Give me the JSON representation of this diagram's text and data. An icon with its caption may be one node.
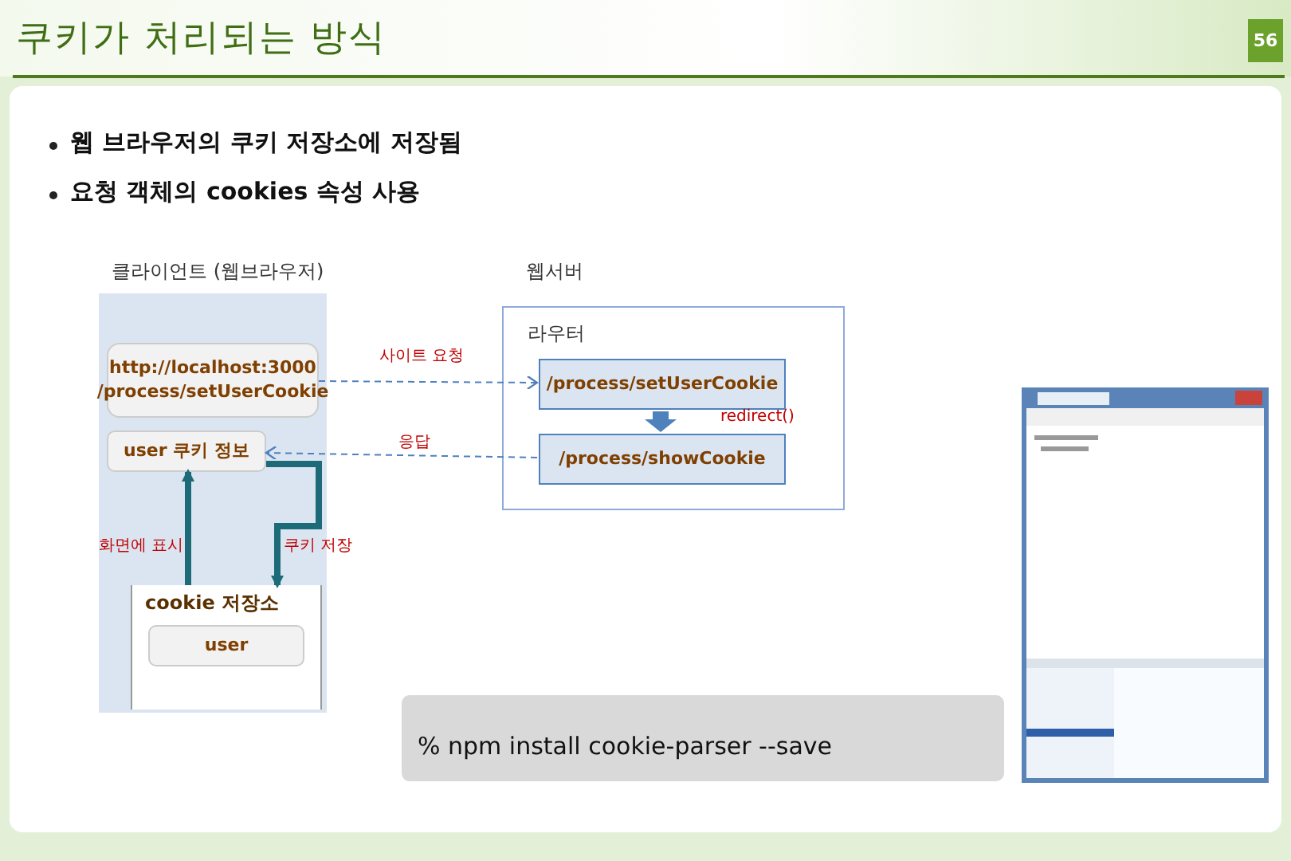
{
  "diagram": {
    "title": "쿠키가 처리되는 방식",
    "nodes": [
      {
        "text": [
          "클라이언트 (웹브라우저)"
        ]
      },
      {
        "text": [
          "http://localhost:3000 /process/setUserCookie"
        ],
        "in": 0
      },
      {
        "text": [
          "user 쿠키 정보"
        ],
        "in": 0
      },
      {
        "text": [
          "cookie 저장소"
        ],
        "in": 0
      },
      {
        "text": [
          "user"
        ],
        "in": 3
      },
      {
        "text": [
          "웹서버",
          "라우터"
        ]
      },
      {
        "text": [
          "/process/setUserCookie"
        ],
        "in": 5
      },
      {
        "text": [
          "/process/showCookie"
        ],
        "in": 5
      },
      {
        "text": [
          "% npm install cookie-parser --save"
        ]
      }
    ],
    "edges": [
      {
        "from": 1,
        "to": 6,
        "arrow": "to",
        "label": "사이트 요청",
        "style": "dashed"
      },
      {
        "from": 7,
        "to": 2,
        "arrow": "to",
        "label": "응답",
        "style": "dashed"
      },
      {
        "from": 3,
        "to": 2,
        "arrow": "to",
        "label": "화면에 표시"
      },
      {
        "from": 2,
        "to": 3,
        "arrow": "to",
        "label": "쿠키 저장"
      },
      {
        "from": 6,
        "to": 7,
        "arrow": "to",
        "label": "redirect()",
        "style": "thick",
        "color": "#4f81bd"
      }
    ],
    "labels": [
      "56",
      "웹 브라우저의 쿠키 저장소에 저장됨",
      "요청 객체의 cookies 속성 사용"
    ]
  }
}
